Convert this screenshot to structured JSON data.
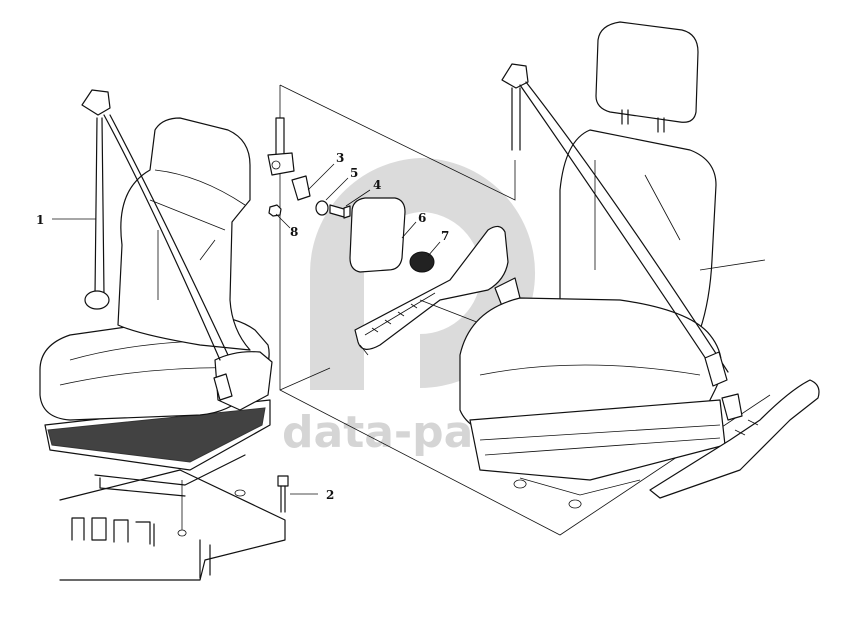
{
  "watermark": {
    "text": "data-parts"
  },
  "callouts": [
    {
      "id": "1",
      "label": "1"
    },
    {
      "id": "2",
      "label": "2"
    },
    {
      "id": "3",
      "label": "3"
    },
    {
      "id": "4",
      "label": "4"
    },
    {
      "id": "5",
      "label": "5"
    },
    {
      "id": "6",
      "label": "6"
    },
    {
      "id": "7",
      "label": "7"
    },
    {
      "id": "8",
      "label": "8"
    }
  ]
}
